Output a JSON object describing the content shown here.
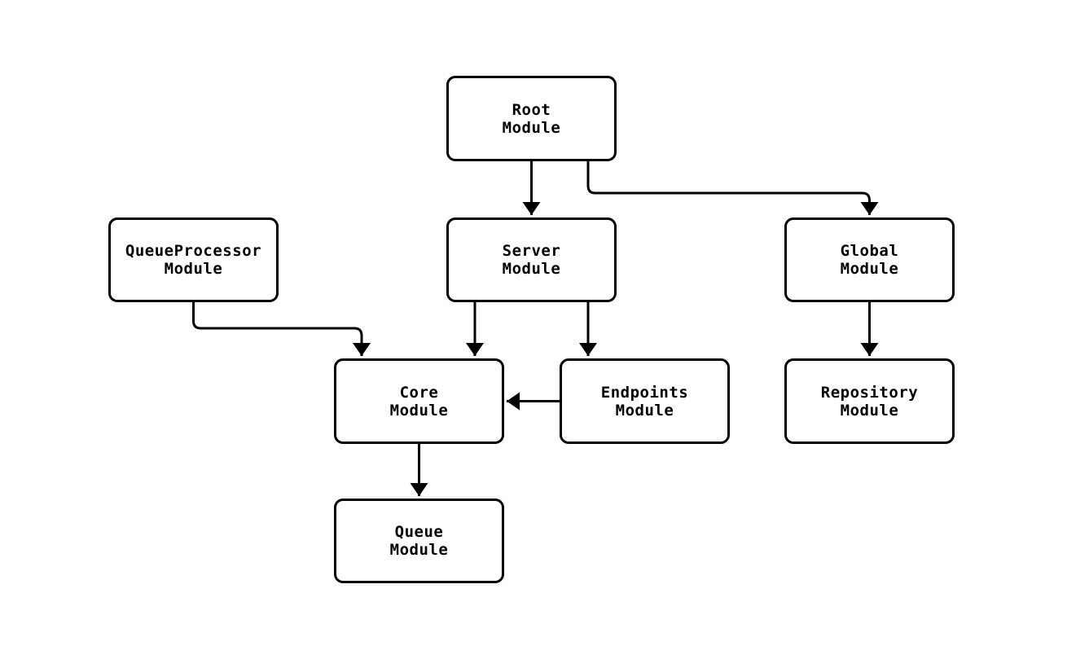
{
  "diagram": {
    "type": "module-dependency-diagram",
    "background_color": "#ffffff",
    "stroke_color": "#000000",
    "node_fill_color": "#ffffff",
    "text_color": "#000000",
    "nodes": {
      "root": {
        "label": "Root\nModule"
      },
      "queue_processor": {
        "label": "QueueProcessor\nModule"
      },
      "server": {
        "label": "Server\nModule"
      },
      "global": {
        "label": "Global\nModule"
      },
      "core": {
        "label": "Core\nModule"
      },
      "endpoints": {
        "label": "Endpoints\nModule"
      },
      "repository": {
        "label": "Repository\nModule"
      },
      "queue": {
        "label": "Queue\nModule"
      }
    },
    "edges": [
      {
        "from": "Root Module",
        "to": "Server Module"
      },
      {
        "from": "Root Module",
        "to": "Global Module"
      },
      {
        "from": "QueueProcessor Module",
        "to": "Core Module"
      },
      {
        "from": "Server Module",
        "to": "Core Module"
      },
      {
        "from": "Server Module",
        "to": "Endpoints Module"
      },
      {
        "from": "Endpoints Module",
        "to": "Core Module"
      },
      {
        "from": "Global Module",
        "to": "Repository Module"
      },
      {
        "from": "Core Module",
        "to": "Queue Module"
      }
    ]
  }
}
